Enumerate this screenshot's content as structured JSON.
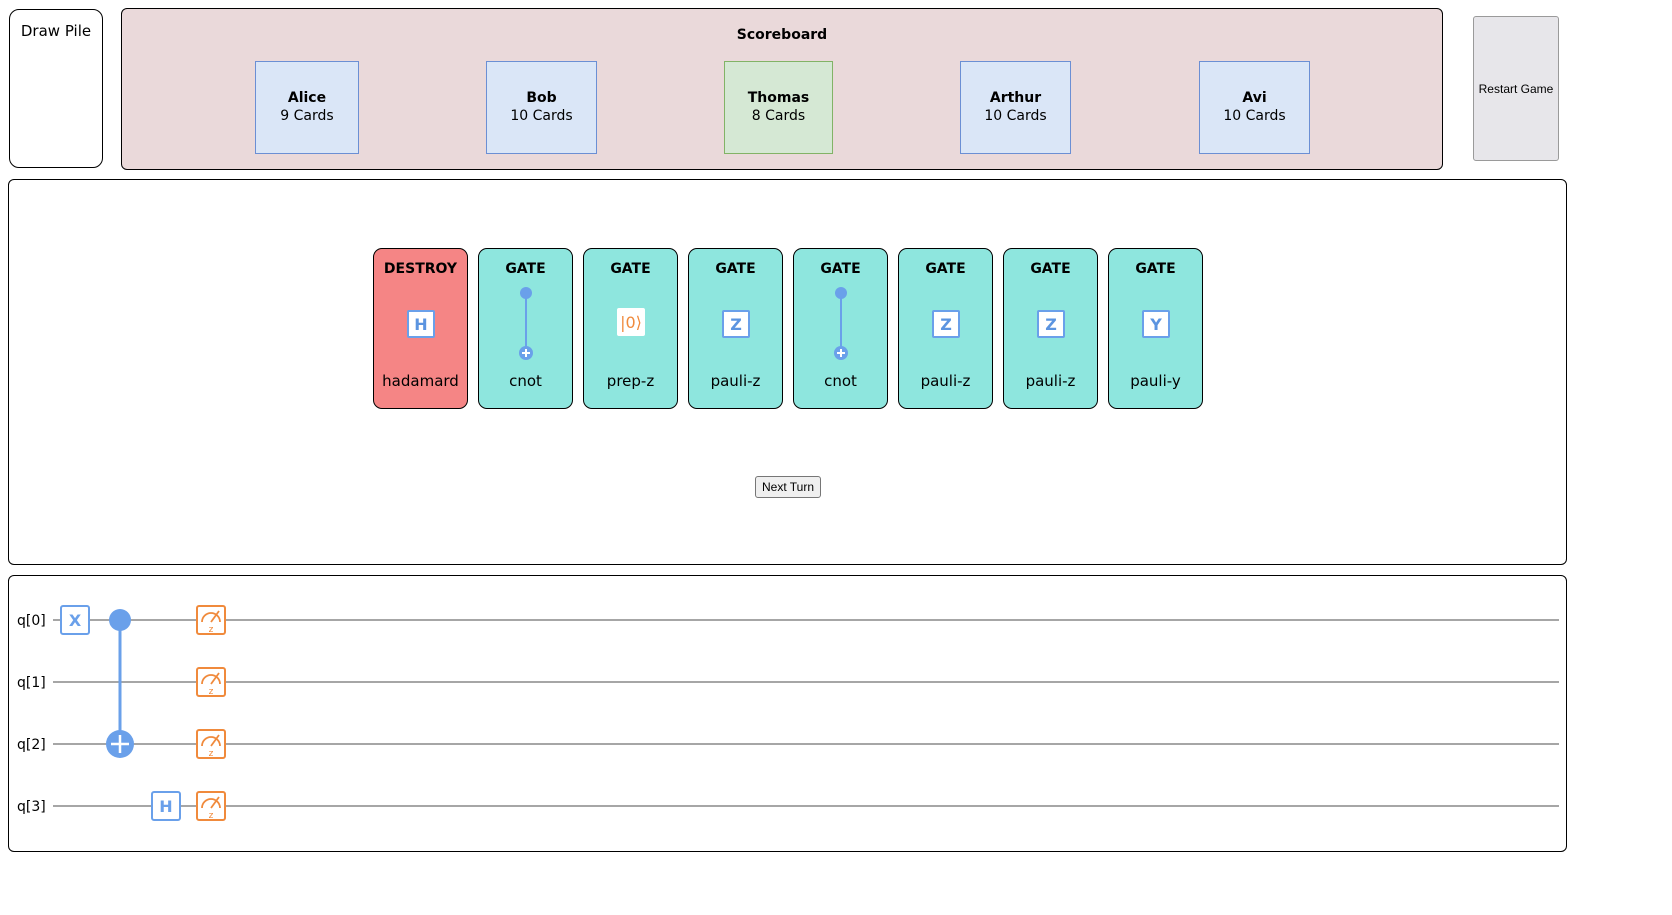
{
  "draw_pile": {
    "label": "Draw Pile"
  },
  "scoreboard": {
    "title": "Scoreboard",
    "players": [
      {
        "name": "Alice",
        "cards": "9 Cards",
        "active": false
      },
      {
        "name": "Bob",
        "cards": "10 Cards",
        "active": false
      },
      {
        "name": "Thomas",
        "cards": "8 Cards",
        "active": true
      },
      {
        "name": "Arthur",
        "cards": "10 Cards",
        "active": false
      },
      {
        "name": "Avi",
        "cards": "10 Cards",
        "active": false
      }
    ]
  },
  "restart_label": "Restart Game",
  "hand": [
    {
      "type": "DESTROY",
      "symbol": "H",
      "name": "hadamard",
      "kind": "box",
      "color": "#f58585"
    },
    {
      "type": "GATE",
      "symbol": "",
      "name": "cnot",
      "kind": "cnot",
      "color": "#8ee6de"
    },
    {
      "type": "GATE",
      "symbol": "|0⟩",
      "name": "prep-z",
      "kind": "prep",
      "color": "#8ee6de"
    },
    {
      "type": "GATE",
      "symbol": "Z",
      "name": "pauli-z",
      "kind": "box",
      "color": "#8ee6de"
    },
    {
      "type": "GATE",
      "symbol": "",
      "name": "cnot",
      "kind": "cnot",
      "color": "#8ee6de"
    },
    {
      "type": "GATE",
      "symbol": "Z",
      "name": "pauli-z",
      "kind": "box",
      "color": "#8ee6de"
    },
    {
      "type": "GATE",
      "symbol": "Z",
      "name": "pauli-z",
      "kind": "box",
      "color": "#8ee6de"
    },
    {
      "type": "GATE",
      "symbol": "Y",
      "name": "pauli-y",
      "kind": "box",
      "color": "#8ee6de"
    }
  ],
  "next_turn_label": "Next Turn",
  "circuit": {
    "qubits": [
      "q[0]",
      "q[1]",
      "q[2]",
      "q[3]"
    ],
    "gates": [
      {
        "type": "box",
        "label": "X",
        "qubit": 0,
        "column": 0
      },
      {
        "type": "cnot",
        "control": 0,
        "target": 2,
        "column": 1
      },
      {
        "type": "box",
        "label": "H",
        "qubit": 3,
        "column": 2
      },
      {
        "type": "measure",
        "basis": "z",
        "qubit": 0,
        "column": 3
      },
      {
        "type": "measure",
        "basis": "z",
        "qubit": 1,
        "column": 3
      },
      {
        "type": "measure",
        "basis": "z",
        "qubit": 2,
        "column": 3
      },
      {
        "type": "measure",
        "basis": "z",
        "qubit": 3,
        "column": 3
      }
    ],
    "colors": {
      "gate": "#6aa0ea",
      "measure": "#f08a3c",
      "wire": "#888888"
    }
  }
}
